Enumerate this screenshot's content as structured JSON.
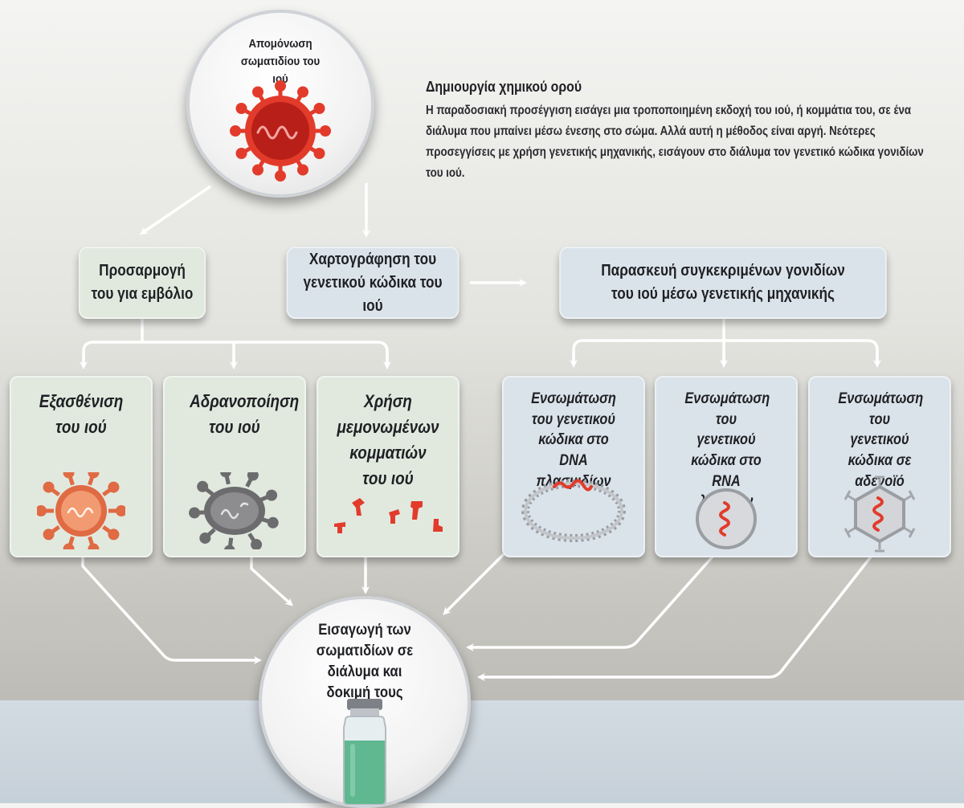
{
  "intro": {
    "title": "Δημιουργία χημικού ορού",
    "text": "Η παραδοσιακή προσέγγιση εισάγει μια τροποποιημένη εκδοχή του ιού, ή κομμάτια του, σε ένα διάλυμα που μπαίνει μέσω ένεσης στο σώμα. Αλλά αυτή η μέθοδος είναι αργή. Νεότερες προσεγγίσεις με χρήση γενετικής μηχανικής, εισάγουν στο διάλυμα τον γενετικό κώδικα γονιδίων του ιού."
  },
  "nodes": {
    "start": "Απομόνωση σωματιδίου του ιού",
    "adapt": "Προσαρμογή του για εμβόλιο",
    "map": "Χαρτογράφηση του γενετικού κώδικα του ιού",
    "prepare": "Παρασκευή συγκεκριμένων γονιδίων του ιού μέσω γενετικής μηχανικής",
    "end": "Εισαγωγή των σωματιδίων σε διάλυμα και δοκιμή τους"
  },
  "methods": [
    {
      "label": "Εξασθένιση του ιού",
      "icon": "weakened-virus-icon"
    },
    {
      "label": "Αδρανοποίηση του ιού",
      "icon": "inactivated-virus-icon"
    },
    {
      "label": "Χρήση μεμονωμένων κομματιών του ιού",
      "icon": "virus-fragments-icon"
    },
    {
      "label": "Ενσωμάτωση του γενετικού κώδικα στο DNA πλασμιδίων",
      "icon": "plasmid-dna-icon"
    },
    {
      "label": "Ενσωμάτωση του γενετικού κώδικα στο RNA λιπιδίων",
      "icon": "lipid-rna-icon"
    },
    {
      "label": "Ενσωμάτωση του γενετικού κώδικα σε αδενοϊό",
      "icon": "adenovirus-icon"
    }
  ],
  "colors": {
    "virus_red": "#e23b2b",
    "weakened_orange": "#e06a43",
    "inactive_gray": "#6c6c6e",
    "green_box": "#e1e9df",
    "blue_box": "#dbe3ea",
    "arrow": "#ffffff",
    "vial_liquid": "#5fb890"
  }
}
